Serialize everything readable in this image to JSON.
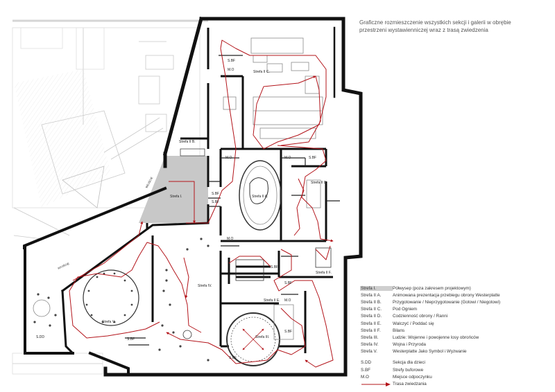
{
  "title": {
    "line1": "Graficzne rozmieszczenie wszystkich sekcji i galerii w obrębie",
    "line2": "przestrzeni wystawienniczej wraz z trasą zwiedzenia"
  },
  "colors": {
    "wall": "#111111",
    "route": "#b3141a",
    "zone_fill": "#c8c8c8",
    "context_lines": "#c7c7c7",
    "room_lines": "#9a9a9a"
  },
  "plan_labels": {
    "strefa_1": "Strefa I.",
    "strefa_2a": "Strefa II A.",
    "strefa_2b": "Strefa II B.",
    "strefa_2c": "Strefa II C.",
    "strefa_2d": "Strefa II D.",
    "strefa_2e": "Strefa II E.",
    "strefa_2f": "Strefa II F.",
    "strefa_3": "Strefa III.",
    "strefa_4": "Strefa IV.",
    "strefa_5": "Strefa V.",
    "sbf": "S.BF",
    "mo": "M.O",
    "sdd": "S.DD",
    "wejscie": "WEJŚCIE",
    "wyjscie": "WYJŚCIE"
  },
  "legend": {
    "zones": [
      {
        "code": "Strefa I.",
        "desc": "Półwysep (poza zakresem projektowym)",
        "highlight": true
      },
      {
        "code": "Strefa II A.",
        "desc": "Animowana prezentacja przebiegu obrony Westerplatte"
      },
      {
        "code": "Strefa II B.",
        "desc": "Przygotowanie / Nieprzygotowanie (Gotowi / Niegotowi)"
      },
      {
        "code": "Strefa II C.",
        "desc": "Pod Ogniem"
      },
      {
        "code": "Strefa II D.",
        "desc": "Codzienność obrony / Ranni"
      },
      {
        "code": "Strefa II E.",
        "desc": "Walczyć / Poddać się"
      },
      {
        "code": "Strefa II F.",
        "desc": "Bilans"
      },
      {
        "code": "Strefa III.",
        "desc": "Ludzie: Wojenne i powojenne losy obrońców"
      },
      {
        "code": "Strefa IV.",
        "desc": "Wojna i Przyroda"
      },
      {
        "code": "Strefa V.",
        "desc": "Westerplatte Jako Symbol i Wyzwanie"
      }
    ],
    "abbreviations": [
      {
        "code": "S.DD",
        "desc": "Sekcja dla dzieci"
      },
      {
        "code": "S.BF",
        "desc": "Strefy buforowe"
      },
      {
        "code": "M.O",
        "desc": "Miejsce odpoczynku"
      }
    ],
    "route": {
      "desc": "Trasa zwiedzania"
    }
  }
}
